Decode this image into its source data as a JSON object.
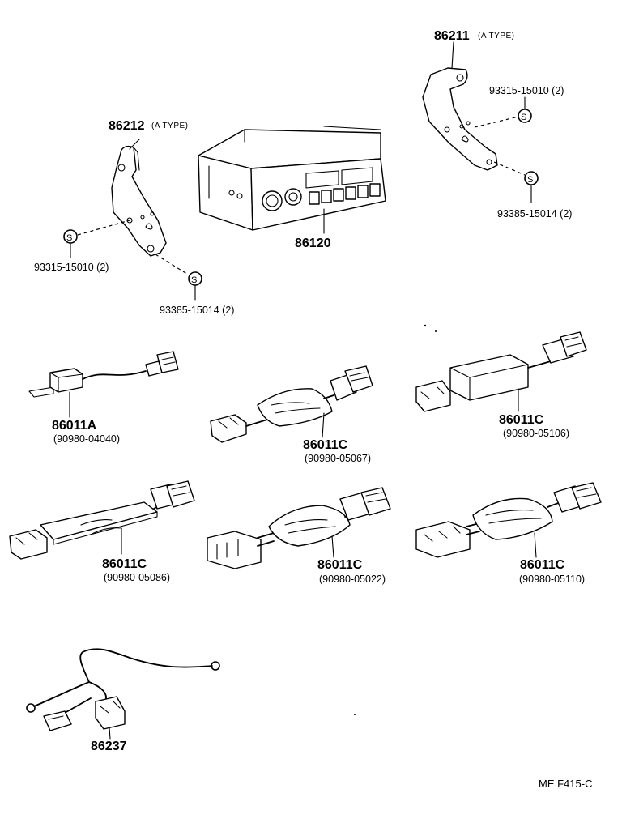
{
  "labels": {
    "p86212": "86212",
    "p86212_type": "(A TYPE)",
    "p86211": "86211",
    "p86211_type": "(A TYPE)",
    "p86120": "86120",
    "bolt_left_a": "93315-15010 (2)",
    "bolt_left_b": "93385-15014 (2)",
    "bolt_right_a": "93315-15010 (2)",
    "bolt_right_b": "93385-15014 (2)",
    "h1_part": "86011A",
    "h1_sub": "(90980-04040)",
    "h2_part": "86011C",
    "h2_sub": "(90980-05067)",
    "h3_part": "86011C",
    "h3_sub": "(90980-05106)",
    "h4_part": "86011C",
    "h4_sub": "(90980-05086)",
    "h5_part": "86011C",
    "h5_sub": "(90980-05022)",
    "h6_part": "86011C",
    "h6_sub": "(90980-05110)",
    "p86237": "86237",
    "bolt_symbol": "S",
    "footer_code": "ME  F415-C"
  }
}
